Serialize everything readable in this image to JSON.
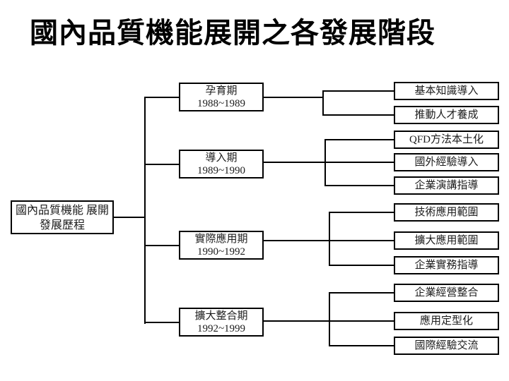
{
  "title": "國內品質機能展開之各發展階段",
  "root": {
    "label_line1": "國內品質機能",
    "label_line2": "展開發展歷程"
  },
  "stages": [
    {
      "name": "孕育期",
      "years": "1988~1989",
      "outputs": [
        "基本知識導入",
        "推動人才養成"
      ]
    },
    {
      "name": "導入期",
      "years": "1989~1990",
      "outputs": [
        "QFD方法本土化",
        "國外經驗導入",
        "企業演講指導"
      ]
    },
    {
      "name": "實際應用期",
      "years": "1990~1992",
      "outputs": [
        "技術應用範圍",
        "擴大應用範圍",
        "企業實務指導"
      ]
    },
    {
      "name": "擴大整合期",
      "years": "1992~1999",
      "outputs": [
        "企業經營整合",
        "應用定型化",
        "國際經驗交流"
      ]
    }
  ],
  "colors": {
    "background": "#ffffff",
    "line": "#000000",
    "text": "#1c1c1c"
  }
}
